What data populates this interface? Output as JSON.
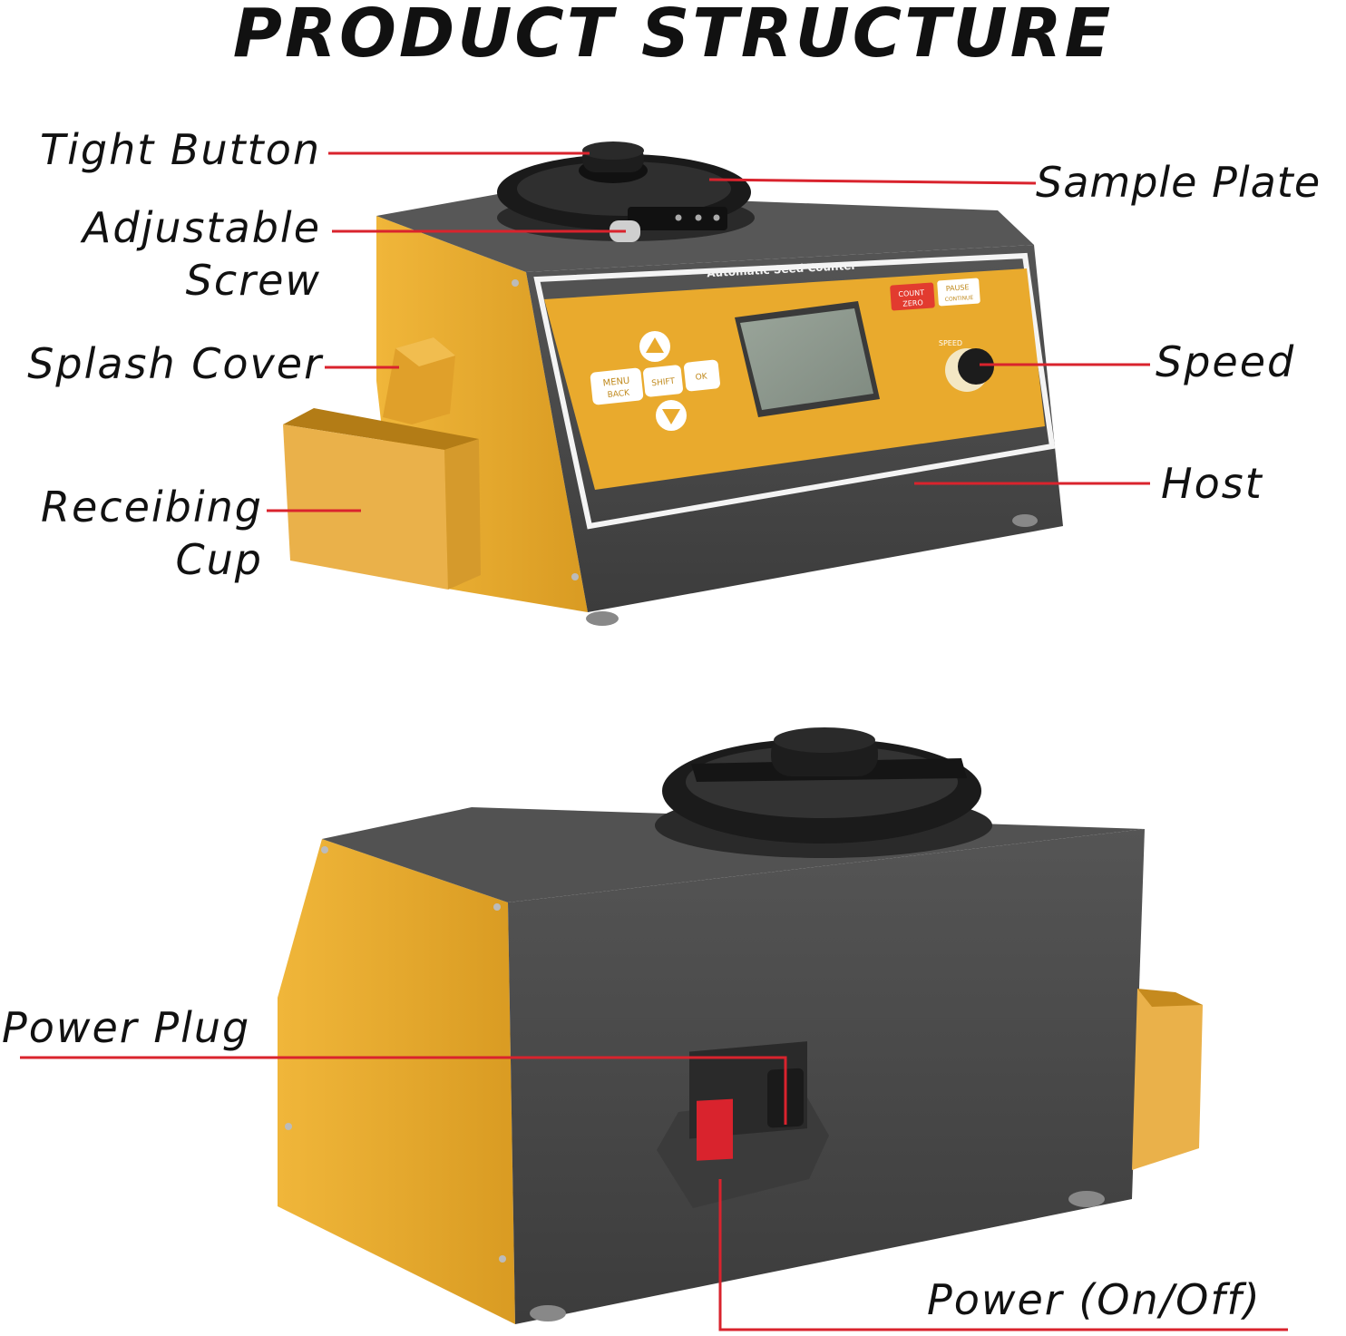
{
  "title": "PRODUCT STRUCTURE",
  "device": {
    "panel_title": "Automatic Seed Counter",
    "buttons": {
      "menu": "MENU",
      "back": "BACK",
      "shift": "SHIFT",
      "ok": "OK",
      "count": "COUNT",
      "zero": "ZERO",
      "pause": "PAUSE",
      "continue": "CONTINUE",
      "speed": "SPEED"
    }
  },
  "labels": {
    "tight_button": "Tight Button",
    "adjustable_screw_1": "Adjustable",
    "adjustable_screw_2": "Screw",
    "splash_cover": "Splash Cover",
    "receiving_cup_1": "Receibing",
    "receiving_cup_2": "Cup",
    "sample_plate": "Sample Plate",
    "speed": "Speed",
    "host": "Host",
    "power_plug": "Power Plug",
    "power_switch": "Power (On/Off)"
  },
  "colors": {
    "body_yellow": "#e8a92e",
    "body_dark": "#4a4a4a",
    "leader_red": "#d9232d",
    "text": "#111111"
  }
}
